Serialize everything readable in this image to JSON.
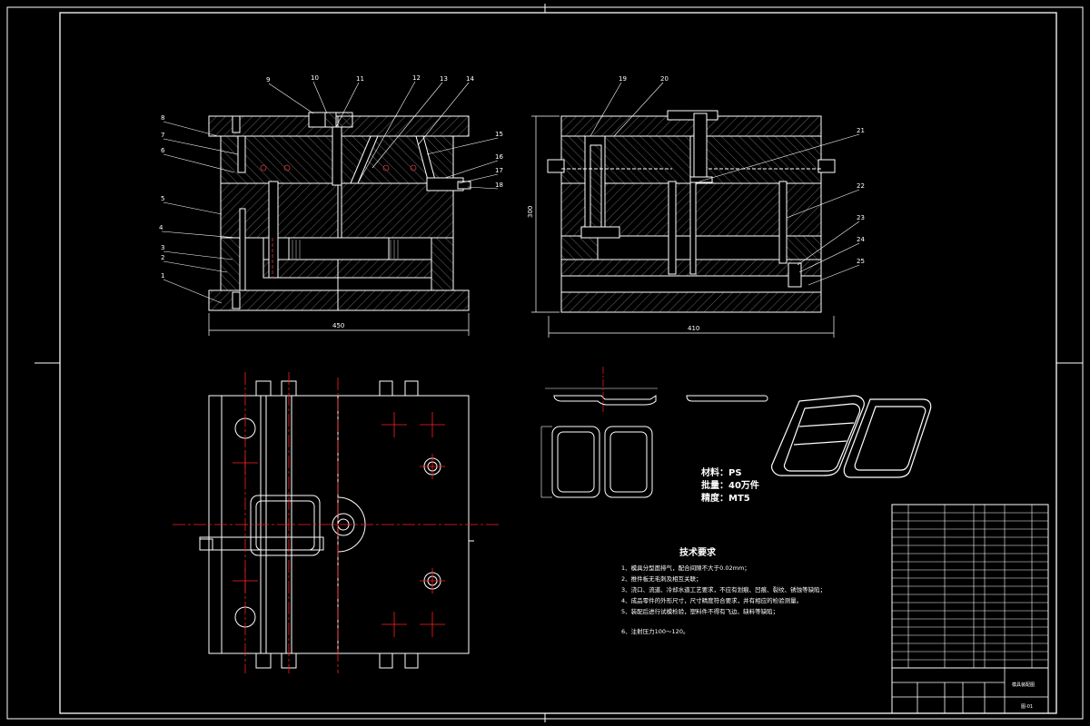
{
  "drawing": {
    "colors": {
      "background": "#000000",
      "line": "#ffffff",
      "center_line": "#ff2020",
      "hidden_line": "#d23a3a",
      "hatch": "#9a9a9a",
      "accent": "#ffff00"
    },
    "part_numbers_front": [
      "1",
      "2",
      "3",
      "4",
      "5",
      "6",
      "7",
      "8",
      "9",
      "10",
      "11",
      "12",
      "13",
      "14",
      "15",
      "16",
      "17",
      "18"
    ],
    "part_numbers_side": [
      "19",
      "20",
      "21",
      "22",
      "23",
      "24",
      "25"
    ],
    "dimensions": {
      "front_width": "450",
      "side_width": "410",
      "side_height": "300"
    },
    "material_spec": {
      "material": "材料：PS",
      "batch": "批量：40万件",
      "precision": "精度：MT5"
    },
    "tech_requirements": {
      "title": "技术要求",
      "items": [
        "1、模具分型面排气，配合间隙不大于0.02mm；",
        "2、推件板无毛刺及相互关联；",
        "3、浇口、流道、冷却水道工艺要求，不应有划痕、凹痕、裂纹、锈蚀等缺陷；",
        "4、成品零件的外形尺寸，尺寸精度符合要求，并有相应的检验测量。",
        "5、装配后进行试模检验，塑料件不得有飞边、缺料等缺陷；",
        "6、注射压力100～120。"
      ]
    },
    "title_block": {
      "title": "模具装配图",
      "drawing_no": "图-01"
    }
  }
}
